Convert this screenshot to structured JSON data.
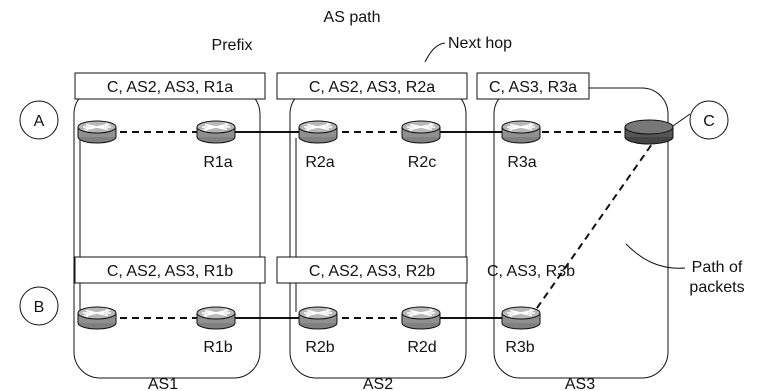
{
  "labels": {
    "as_path": "AS path",
    "prefix": "Prefix",
    "next_hop": "Next hop",
    "path_of_packets_line1": "Path of",
    "path_of_packets_line2": "packets"
  },
  "autonomous_systems": {
    "as1": "AS1",
    "as2": "AS2",
    "as3": "AS3"
  },
  "hosts": {
    "a": "A",
    "b": "B",
    "c": "C"
  },
  "routers": {
    "r1a": "R1a",
    "r1b": "R1b",
    "r2a": "R2a",
    "r2b": "R2b",
    "r2c": "R2c",
    "r2d": "R2d",
    "r3a": "R3a",
    "r3b": "R3b"
  },
  "routes": {
    "r1a": "C, AS2, AS3, R1a",
    "r1b": "C, AS2, AS3, R1b",
    "r2a": "C, AS2, AS3, R2a",
    "r2b": "C, AS2, AS3, R2b",
    "r3a": "C, AS3, R3a",
    "r3b": "C, AS3, R3b"
  },
  "colors": {
    "stroke": "#111111",
    "router_fill": "#909090",
    "router_top": "#b8b8b8",
    "destination_router_fill": "#555555"
  }
}
